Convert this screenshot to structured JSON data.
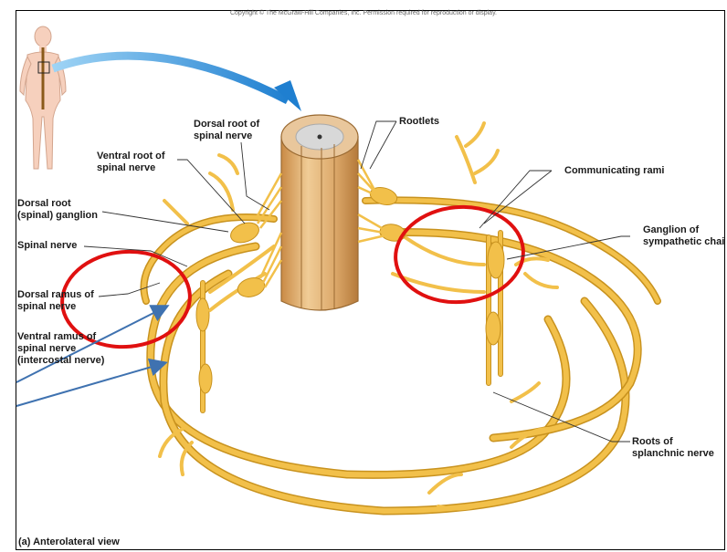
{
  "copyright": "Copyright © The McGraw-Hill Companies, Inc. Permission required for reproduction or display.",
  "labels": {
    "dorsal_root_of_spinal_nerve": "Dorsal root of\nspinal nerve",
    "rootlets": "Rootlets",
    "ventral_root_of_spinal_nerve": "Ventral root of\nspinal nerve",
    "communicating_rami": "Communicating rami",
    "dorsal_root_ganglion": "Dorsal root\n(spinal) ganglion",
    "ganglion_of_sympathetic_chain": "Ganglion of\nsympathetic chai",
    "spinal_nerve": "Spinal nerve",
    "dorsal_ramus": "Dorsal ramus of\nspinal nerve",
    "ventral_ramus": "Ventral ramus of\nspinal nerve\n(intercostal nerve)",
    "roots_of_splanchnic_nerve": "Roots of\nsplanchnic nerve"
  },
  "caption": "(a) Anterolateral view",
  "colors": {
    "nerve": "#f2c04a",
    "nerve_dark": "#c8921e",
    "cord": "#e2b173",
    "highlight_circle": "#e01010",
    "pointer_arrow": "#3f72b0",
    "top_arrow": "#2f8fd8"
  }
}
